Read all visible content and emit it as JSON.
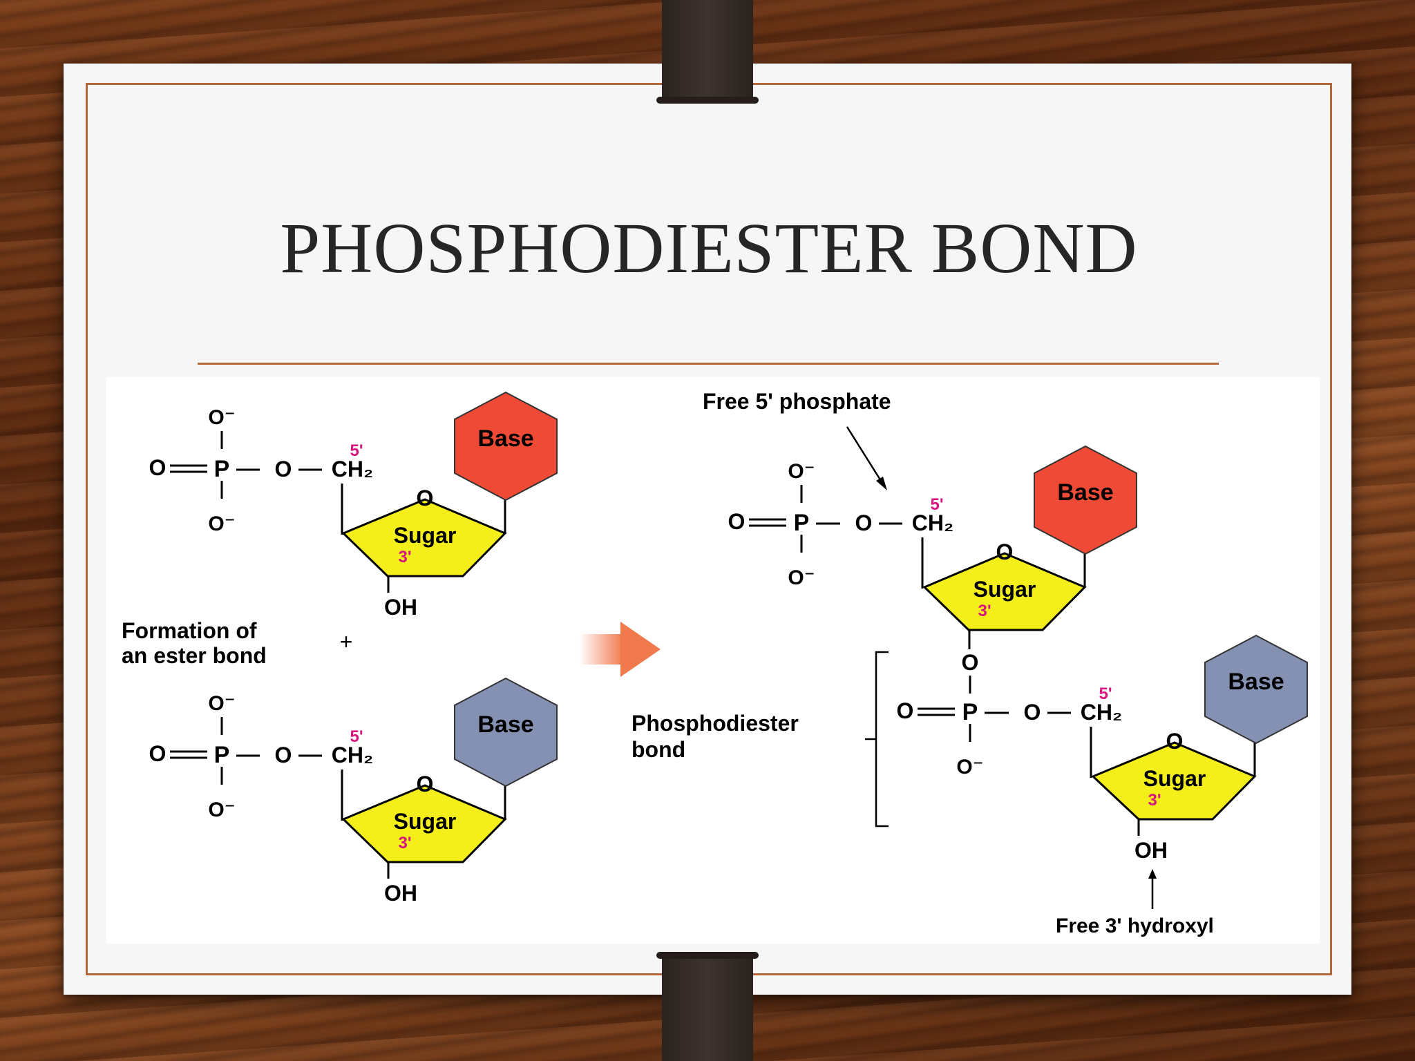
{
  "slide": {
    "title": "PHOSPHODIESTER BOND"
  },
  "figure": {
    "left": {
      "label_line1": "Formation of",
      "label_line2": "an ester bond",
      "plus": "+",
      "top_base": "Base",
      "bottom_base": "Base"
    },
    "right": {
      "free5_label": "Free 5' phosphate",
      "bond_line1": "Phosphodiester",
      "bond_line2": "bond",
      "free3_label": "Free 3' hydroxyl",
      "top_base": "Base",
      "bottom_base": "Base"
    },
    "chem": {
      "o_minus": "O⁻",
      "o": "O",
      "p": "P",
      "ch2": "CH₂",
      "sugar": "Sugar",
      "five_prime": "5'",
      "three_prime": "3'",
      "oh": "OH"
    },
    "colors": {
      "base_red": "#ef4a35",
      "base_blue": "#8491b3",
      "sugar_yellow": "#f4ee1a",
      "prime_magenta": "#d6157e",
      "arrow_orange": "#f07a4e"
    }
  }
}
